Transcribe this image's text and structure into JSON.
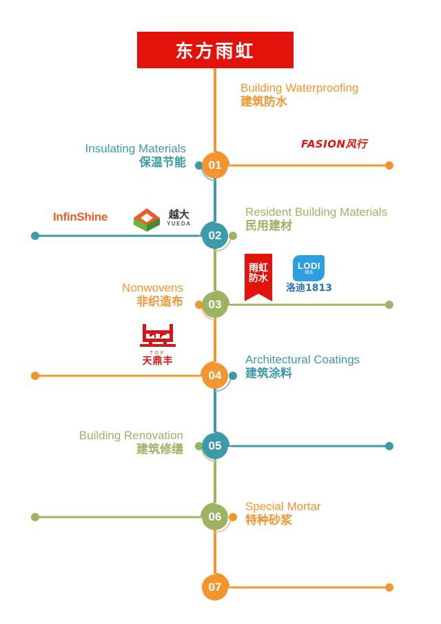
{
  "header": {
    "company_name": "东方雨虹",
    "banner_color": "#e3120b"
  },
  "palette": {
    "orange": "#f2952f",
    "teal": "#3d9aa8",
    "green": "#9cb363",
    "red": "#e3120b",
    "blue": "#2d9ee0"
  },
  "branches": [
    {
      "number": "01",
      "side": "right",
      "color": "#f2952f",
      "en": "Building Waterproofing",
      "cn": "建筑防水",
      "logos": [
        "fasion-logo"
      ]
    },
    {
      "number": "02",
      "side": "left",
      "color": "#3d9aa8",
      "en": "Insulating Materials",
      "cn": "保温节能",
      "logos": [
        "infinshine-logo",
        "yueda-logo"
      ]
    },
    {
      "number": "03",
      "side": "right",
      "color": "#9cb363",
      "en": "Resident Building Materials",
      "cn": "民用建材",
      "logos": [
        "yuhong-fangshui-logo",
        "lodi-logo"
      ]
    },
    {
      "number": "04",
      "side": "left",
      "color": "#f2952f",
      "en": "Nonwovens",
      "cn": "非织造布",
      "logos": [
        "tiandingfeng-logo"
      ]
    },
    {
      "number": "05",
      "side": "right",
      "color": "#3d9aa8",
      "en": "Architectural Coatings",
      "cn": "建筑涂料",
      "logos": []
    },
    {
      "number": "06",
      "side": "left",
      "color": "#9cb363",
      "en": "Building Renovation",
      "cn": "建筑修缮",
      "logos": []
    },
    {
      "number": "07",
      "side": "right",
      "color": "#f2952f",
      "en": "Special Mortar",
      "cn": "特种砂浆",
      "logos": []
    }
  ],
  "node_labels": {
    "n1": "01",
    "n2": "02",
    "n3": "03",
    "n4": "04",
    "n5": "05",
    "n6": "06",
    "n7": "07"
  },
  "texts": {
    "waterproofing_en": "Building Waterproofing",
    "waterproofing_cn": "建筑防水",
    "insulating_en": "Insulating Materials",
    "insulating_cn": "保温节能",
    "resident_en": "Resident Building Materials",
    "resident_cn": "民用建材",
    "nonwovens_en": "Nonwovens",
    "nonwovens_cn": "非织造布",
    "coatings_en": "Architectural Coatings",
    "coatings_cn": "建筑涂料",
    "renovation_en": "Building Renovation",
    "renovation_cn": "建筑修缮",
    "mortar_en": "Special Mortar",
    "mortar_cn": "特种砂浆"
  },
  "logos": {
    "fasion": {
      "latin": "FASION",
      "cn": "风行"
    },
    "infinshine": {
      "text": "InfinShine"
    },
    "yueda": {
      "cn": "越大",
      "en": "YUEDA"
    },
    "yuhong": {
      "line1": "雨虹",
      "line2": "防水"
    },
    "lodi": {
      "main": "LODI",
      "sub": "精品",
      "cn": "洛迪1813"
    },
    "tiandingfeng": {
      "en": "TDF",
      "cn": "天鼎丰"
    }
  }
}
